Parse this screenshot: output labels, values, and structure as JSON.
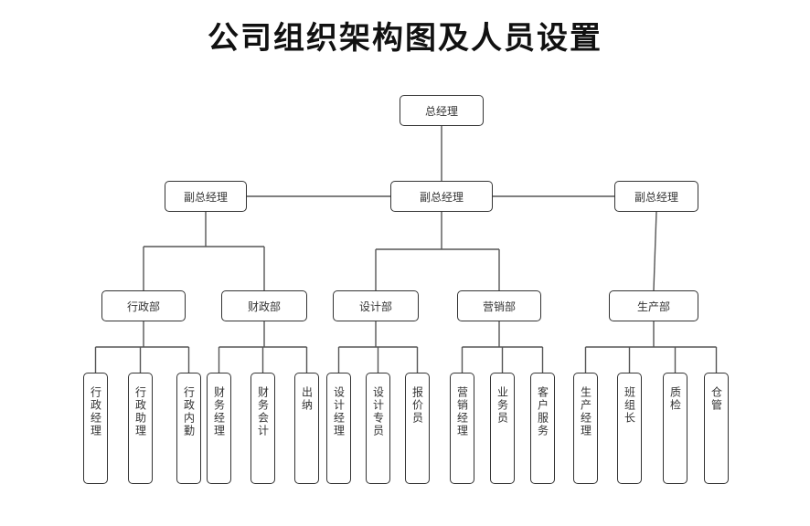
{
  "title": "公司组织架构图及人员设置",
  "org": {
    "root": "总经理",
    "vps": [
      {
        "label": "副总经理",
        "departments": [
          {
            "label": "行政部",
            "staff": [
              "行政经理",
              "行政助理",
              "行政内勤"
            ]
          },
          {
            "label": "财政部",
            "staff": [
              "财务经理",
              "财务会计",
              "出纳"
            ]
          }
        ]
      },
      {
        "label": "副总经理",
        "departments": [
          {
            "label": "设计部",
            "staff": [
              "设计经理",
              "设计专员",
              "报价员"
            ]
          },
          {
            "label": "营销部",
            "staff": [
              "营销经理",
              "业务员",
              "客户服务"
            ]
          }
        ]
      },
      {
        "label": "副总经理",
        "departments": [
          {
            "label": "生产部",
            "staff": [
              "生产经理",
              "班组长",
              "质检",
              "仓管"
            ]
          }
        ]
      }
    ]
  }
}
